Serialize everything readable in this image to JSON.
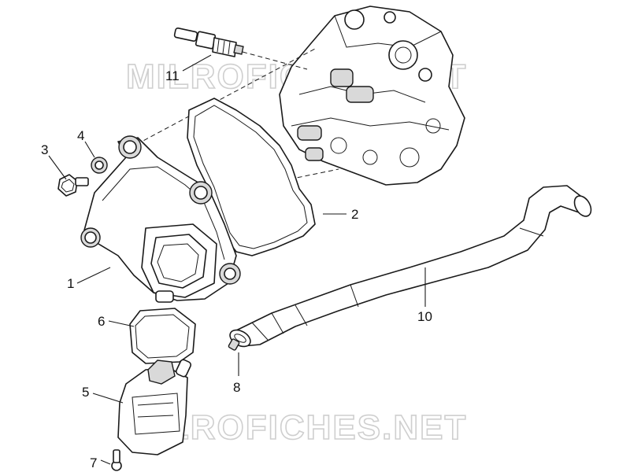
{
  "watermark": {
    "text_top": "MILROFICHES.NET",
    "text_bottom": "MILROFICHES.NET",
    "color": "#cfcfcf"
  },
  "callouts": [
    {
      "id": "1",
      "label": "1",
      "part": "cylinder-head-cover"
    },
    {
      "id": "2",
      "label": "2",
      "part": "cover-gasket"
    },
    {
      "id": "3",
      "label": "3",
      "part": "bolt"
    },
    {
      "id": "4",
      "label": "4",
      "part": "washer"
    },
    {
      "id": "5",
      "label": "5",
      "part": "blow-by-housing"
    },
    {
      "id": "6",
      "label": "6",
      "part": "housing-gasket"
    },
    {
      "id": "7",
      "label": "7",
      "part": "screw"
    },
    {
      "id": "8",
      "label": "8",
      "part": "hose-clamp"
    },
    {
      "id": "10",
      "label": "10",
      "part": "breather-hose"
    },
    {
      "id": "11",
      "label": "11",
      "part": "spark-plug"
    }
  ],
  "colors": {
    "line": "#1a1a1a",
    "fill": "#ffffff",
    "shade": "#d9d9d9"
  }
}
